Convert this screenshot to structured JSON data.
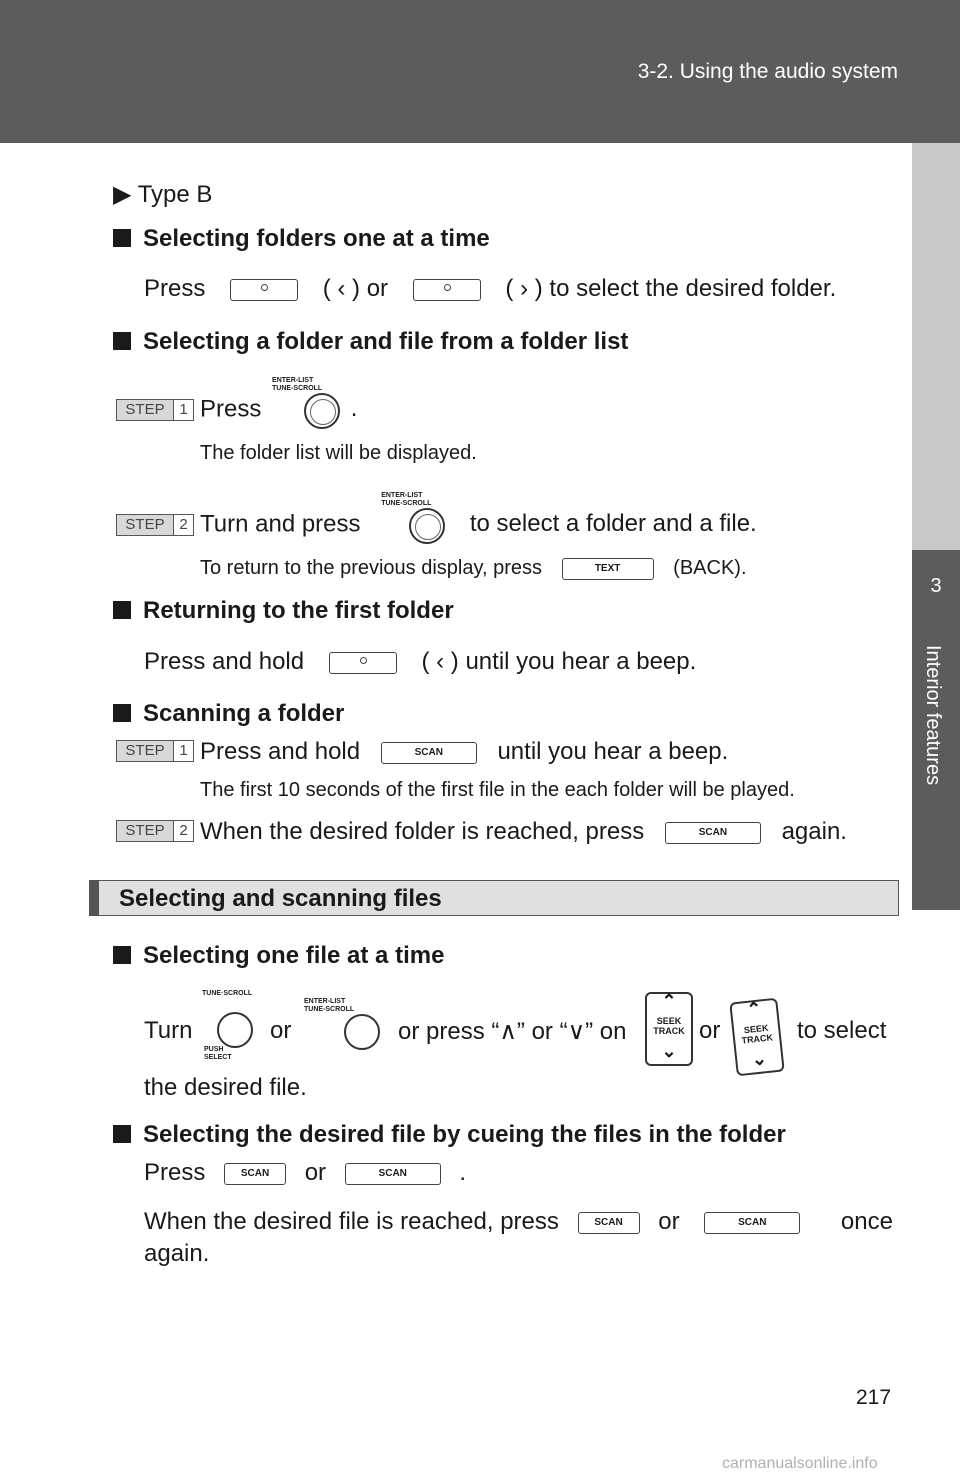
{
  "header": {
    "title": "3-2. Using the audio system"
  },
  "side_tab": {
    "chapter": "3",
    "title": "Interior features"
  },
  "page_number": "217",
  "watermark": "carmanualsonline.info",
  "type_label": "Type B",
  "sections": {
    "folders_one": {
      "heading": "Selecting folders one at a time",
      "t1": "Press",
      "t2": "(",
      "t3": ") or",
      "t4": "(",
      "t5": ") to select the desired folder."
    },
    "folder_list": {
      "heading": "Selecting a folder and file from a folder list",
      "step1": {
        "label": "STEP",
        "num": "1",
        "text1": "Press",
        "text2": ".",
        "note": "The folder list will be displayed."
      },
      "step2": {
        "label": "STEP",
        "num": "2",
        "text1": "Turn and press",
        "text2": "to select a folder and a file.",
        "note1": "To return to the previous display, press",
        "note2": "(BACK)."
      },
      "knob_label_line1": "ENTER-LIST",
      "knob_label_line2": "TUNE-SCROLL",
      "text_button": "TEXT"
    },
    "first_folder": {
      "heading": "Returning to the first folder",
      "t1": "Press and hold",
      "t2": "(",
      "t3": ") until you hear a beep."
    },
    "scanning_folder": {
      "heading": "Scanning a folder",
      "step1": {
        "label": "STEP",
        "num": "1",
        "text1": "Press and hold",
        "text2": "until you hear a beep.",
        "note": "The first 10 seconds of the first file in the each folder will be played."
      },
      "step2": {
        "label": "STEP",
        "num": "2",
        "text1": "When the desired folder is reached, press",
        "text2": "again."
      },
      "scan_button": "SCAN"
    },
    "files_bar": "Selecting and scanning files",
    "one_file": {
      "heading": "Selecting one file at a time",
      "t1": "Turn",
      "t2": "or",
      "t3": "or press “∧” or “∨” on",
      "t4": "or",
      "t5": "to select",
      "t6": "the desired file.",
      "tune_label": "TUNE·SCROLL",
      "push_label": "PUSH SELECT",
      "seek_label1": "SEEK",
      "seek_label2": "TRACK"
    },
    "cueing": {
      "heading": "Selecting the desired file by cueing the files in the folder",
      "t1": "Press",
      "t2": "or",
      "t3": ".",
      "t4": "When the desired file is reached, press",
      "t5": "or",
      "t6": "once",
      "t7": "again."
    }
  }
}
